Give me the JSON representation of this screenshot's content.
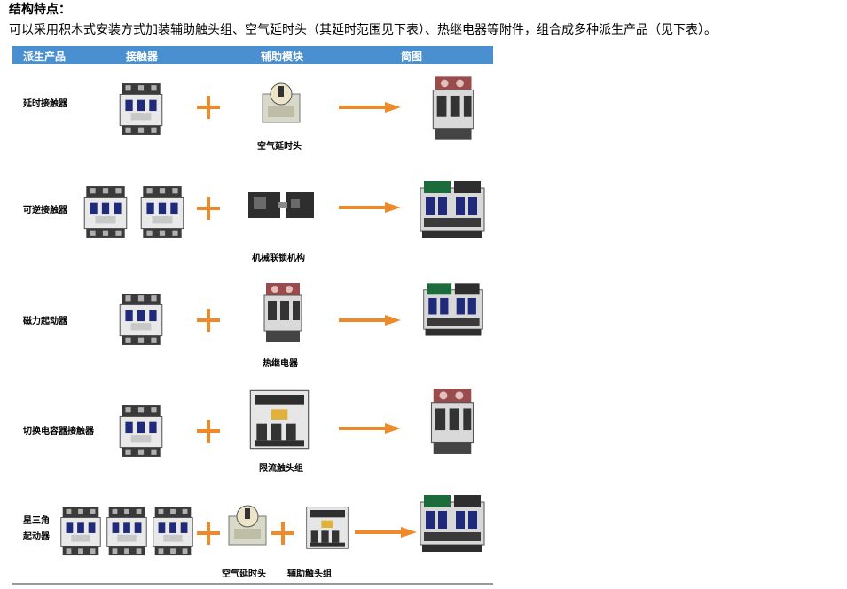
{
  "title": "结构特点：",
  "description": "可以采用积木式安装方式加装辅助触头组、空气延时头（其延时范围见下表）、热继电器等附件，组合成多种派生产品（见下表）。",
  "table": {
    "headers": [
      "派生产品",
      "接触器",
      "辅助模块",
      "简图"
    ],
    "rows": [
      {
        "label": "延时接触器",
        "contactors": 1,
        "modules": [
          "空气延时头"
        ]
      },
      {
        "label": "可逆接触器",
        "contactors": 2,
        "modules": [
          "机械联锁机构"
        ]
      },
      {
        "label": "磁力起动器",
        "contactors": 1,
        "modules": [
          "热继电器"
        ]
      },
      {
        "label": "切换电容器接触器",
        "contactors": 1,
        "modules": [
          "限流触头组"
        ]
      },
      {
        "label_line1": "星三角",
        "label_line2": "起动器",
        "contactors": 3,
        "modules": [
          "空气延时头",
          "辅助触头组"
        ]
      }
    ]
  },
  "colors": {
    "header_bg": "#4a8fd0",
    "accent": "#ee8a2a"
  }
}
